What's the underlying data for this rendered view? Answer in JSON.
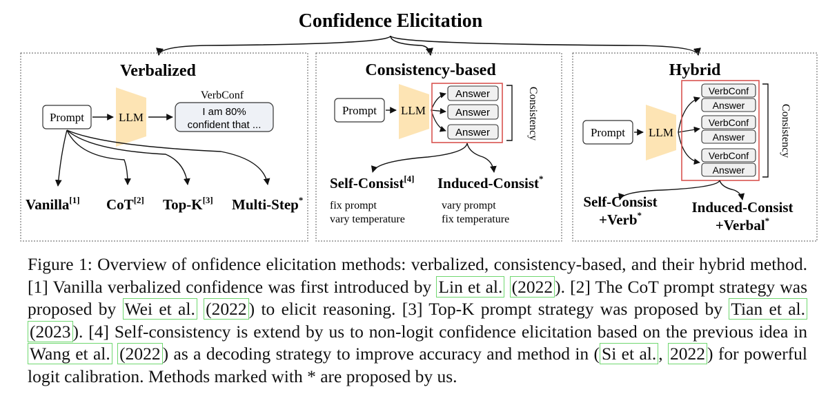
{
  "title": "Confidence Elicitation",
  "panels": {
    "verbalized": {
      "title": "Verbalized",
      "prompt": "Prompt",
      "llm": "LLM",
      "verbconf_label": "VerbConf",
      "verbconf_line1": "I am 80%",
      "verbconf_line2": "confident that ...",
      "methods": [
        {
          "name": "Vanilla",
          "sup": "[1]"
        },
        {
          "name": "CoT",
          "sup": "[2]"
        },
        {
          "name": "Top-K",
          "sup": "[3]"
        },
        {
          "name": "Multi-Step",
          "sup": "*"
        }
      ]
    },
    "consistency": {
      "title": "Consistency-based",
      "prompt": "Prompt",
      "llm": "LLM",
      "answers": [
        "Answer",
        "Answer",
        "Answer"
      ],
      "bracket_label": "Consistency",
      "self_consist": {
        "name": "Self-Consist",
        "sup": "[4]",
        "line1": "fix prompt",
        "line2": "vary temperature"
      },
      "induced_consist": {
        "name": "Induced-Consist",
        "sup": "*",
        "line1": "vary prompt",
        "line2": "fix temperature"
      }
    },
    "hybrid": {
      "title": "Hybrid",
      "prompt": "Prompt",
      "llm": "LLM",
      "pairs": [
        {
          "verbconf": "VerbConf",
          "answer": "Answer"
        },
        {
          "verbconf": "VerbConf",
          "answer": "Answer"
        },
        {
          "verbconf": "VerbConf",
          "answer": "Answer"
        }
      ],
      "bracket_label": "Consistency",
      "self_consist": {
        "line1": "Self-Consist",
        "line2": "+Verb",
        "sup": "*"
      },
      "induced_consist": {
        "line1": "Induced-Consist",
        "line2": "+Verbal",
        "sup": "*"
      }
    }
  },
  "caption": {
    "t1": "Figure 1: Overview of onfidence elicitation methods: verbalized, consistency-based, and their hybrid method. [1] Vanilla verbalized confidence was first introduced by ",
    "c1a": "Lin et al.",
    "c1b": "(2022",
    "t2": "). [2] The CoT prompt strategy was proposed by ",
    "c2a": "Wei et al.",
    "c2b": "(2022",
    "t3": ") to elicit reasoning. [3] Top-K prompt strategy was proposed by ",
    "c3a": "Tian et al.",
    "c3b": "(2023",
    "t4": "). [4] Self-consistency is extend by us to non-logit confidence elicitation based on the previous idea in ",
    "c4a": "Wang et al.",
    "c4b": "(2022",
    "t5": ") as a decoding strategy to improve accuracy and method in (",
    "c5a": "Si et al.",
    "t6": ", ",
    "c5b": "2022",
    "t7": ") for powerful logit calibration. Methods marked with * are proposed by us."
  }
}
